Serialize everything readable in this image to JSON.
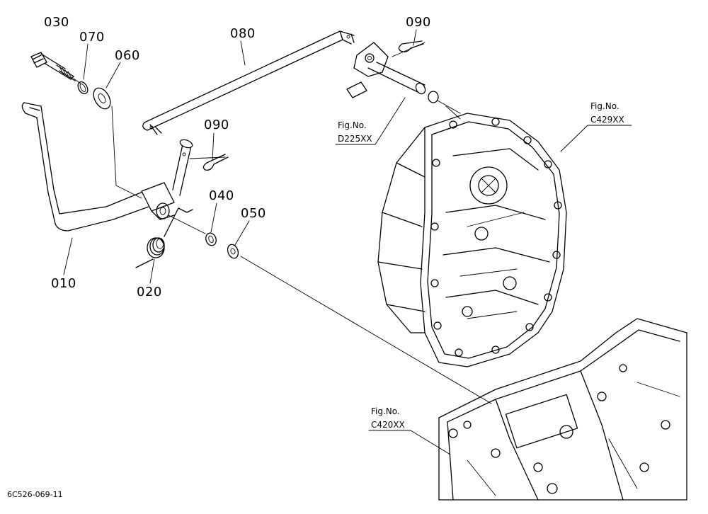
{
  "parts": {
    "p030": "030",
    "p070": "070",
    "p060": "060",
    "p080": "080",
    "p090_top": "090",
    "p090_mid": "090",
    "p040": "040",
    "p050": "050",
    "p010": "010",
    "p020": "020"
  },
  "references": {
    "d225": {
      "line1": "Fig.No.",
      "line2": "D225XX"
    },
    "c429": {
      "line1": "Fig.No.",
      "line2": "C429XX"
    },
    "c420": {
      "line1": "Fig.No.",
      "line2": "C420XX"
    }
  },
  "footer_code": "6C526-069-11",
  "colors": {
    "ink": "#000000",
    "paper": "#ffffff"
  }
}
